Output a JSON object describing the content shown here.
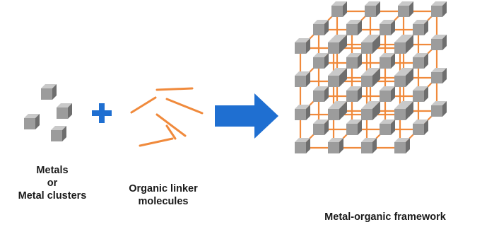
{
  "labels": {
    "metals": [
      "Metals",
      "or",
      "Metal clusters"
    ],
    "linker": [
      "Organic linker",
      "molecules"
    ],
    "mof": "Metal-organic framework"
  },
  "colors": {
    "cube_front": "#9c9c9c",
    "cube_top": "#c9c9c9",
    "cube_side": "#6e6e6e",
    "linker": "#f08a3c",
    "plus": "#1f6fd1",
    "arrow": "#1f6fd1"
  },
  "icons": {
    "plus": "plus-icon",
    "arrow": "arrow-right-icon"
  }
}
